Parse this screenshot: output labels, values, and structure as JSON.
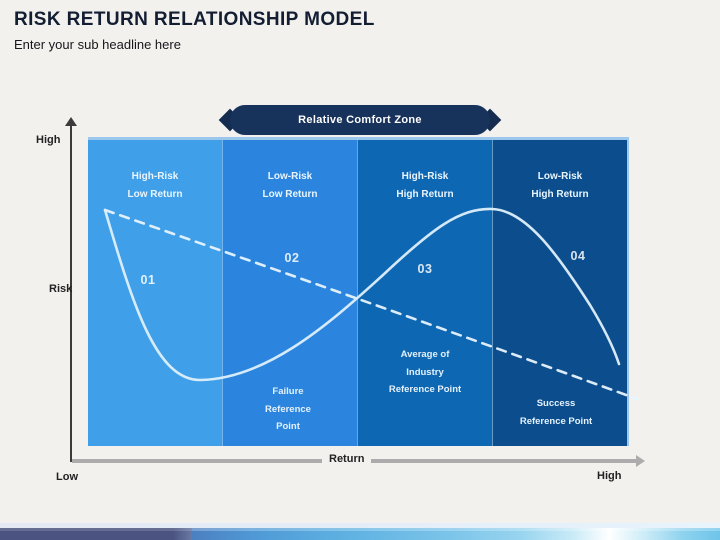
{
  "slide": {
    "title": "RISK RETURN RELATIONSHIP MODEL",
    "subtitle": "Enter your sub headline here",
    "background_color": "#F2F1EE"
  },
  "banner": {
    "label": "Relative Comfort Zone",
    "color": "#17325B"
  },
  "axes": {
    "y_top": "High",
    "y_label": "Risk",
    "y_bottom": "Low",
    "x_label": "Return",
    "x_right": "High"
  },
  "chart_data": {
    "type": "area",
    "title": "Risk Return Relationship Model",
    "xlabel": "Return",
    "ylabel": "Risk",
    "x_range": [
      "Low",
      "High"
    ],
    "y_range": [
      "Low",
      "High"
    ],
    "banner": "Relative Comfort Zone",
    "zones": [
      {
        "number": "01",
        "label": [
          "High-Risk",
          "Low Return"
        ],
        "color": "#3F9FE8",
        "reference": []
      },
      {
        "number": "02",
        "label": [
          "Low-Risk",
          "Low Return"
        ],
        "color": "#2B85DF",
        "reference": [
          "Failure",
          "Reference",
          "Point"
        ]
      },
      {
        "number": "03",
        "label": [
          "High-Risk",
          "High Return"
        ],
        "color": "#0E67B2",
        "reference": [
          "Average of",
          "Industry",
          "Reference Point"
        ]
      },
      {
        "number": "04",
        "label": [
          "Low-Risk",
          "High Return"
        ],
        "color": "#0C4E8D",
        "reference": [
          "Success",
          "Reference Point"
        ]
      }
    ],
    "curves": [
      {
        "name": "performance-curve",
        "style": "solid",
        "color": "#DFF0FB",
        "shape": "starts high-left, dips to a trough across zones 01-02, rises to a peak at the zone 03/04 boundary, then falls through zone 04"
      },
      {
        "name": "reference-trend-line",
        "style": "dashed",
        "color": "#E8F4FD",
        "shape": "declines steadily from upper left to lower right across all four zones"
      }
    ]
  }
}
